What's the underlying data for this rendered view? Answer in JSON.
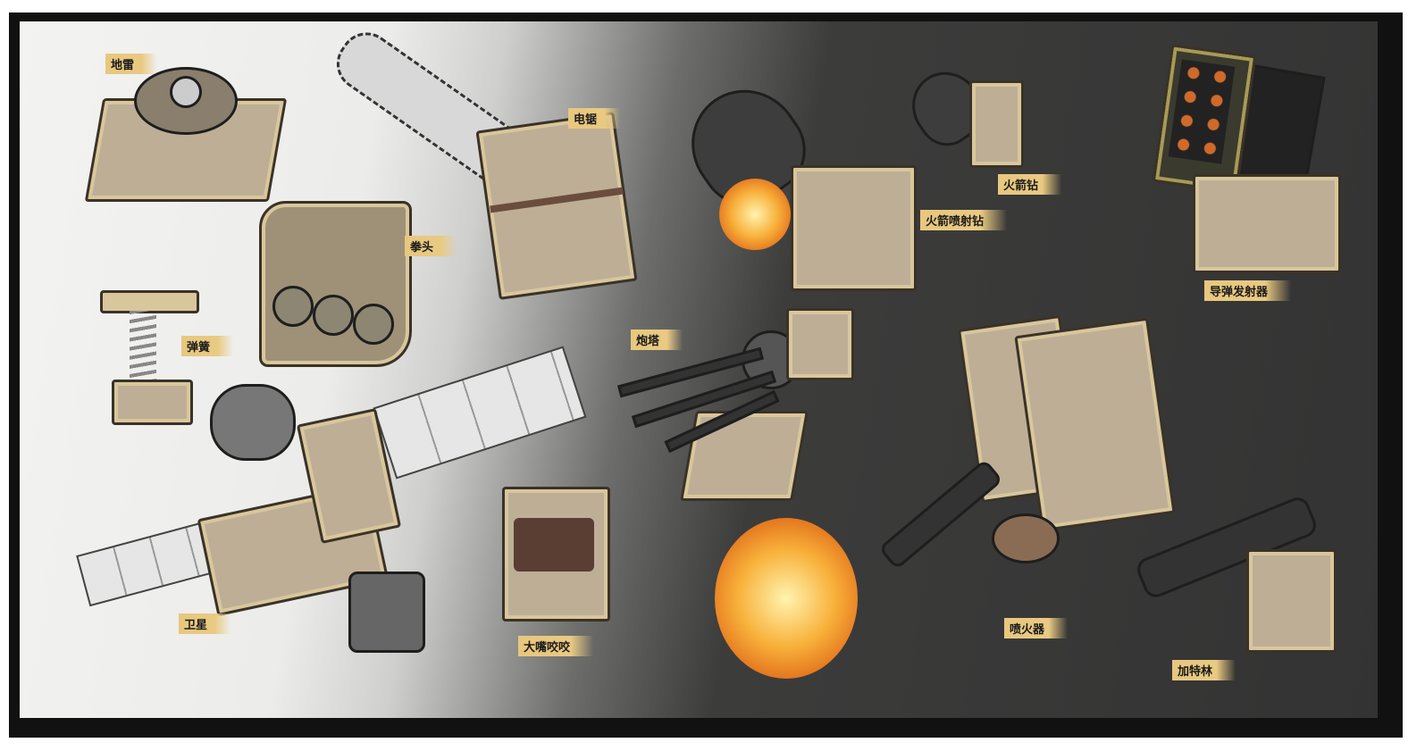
{
  "items": [
    {
      "id": "landmine",
      "label": "地雷"
    },
    {
      "id": "chainsaw",
      "label": "电锯"
    },
    {
      "id": "fist",
      "label": "拳头"
    },
    {
      "id": "spring",
      "label": "弹簧"
    },
    {
      "id": "satellite",
      "label": "卫星"
    },
    {
      "id": "big-mouth",
      "label": "大嘴咬咬"
    },
    {
      "id": "turret",
      "label": "炮塔"
    },
    {
      "id": "rocket-drill",
      "label": "火箭钻"
    },
    {
      "id": "rocket-jet-drill",
      "label": "火箭喷射钻"
    },
    {
      "id": "missile-launcher",
      "label": "导弹发射器"
    },
    {
      "id": "flamethrower",
      "label": "喷火器"
    },
    {
      "id": "gatling",
      "label": "加特林"
    }
  ],
  "colors": {
    "label_bg": "#e8c77e",
    "frame": "#111111",
    "box": "#bfae96"
  }
}
